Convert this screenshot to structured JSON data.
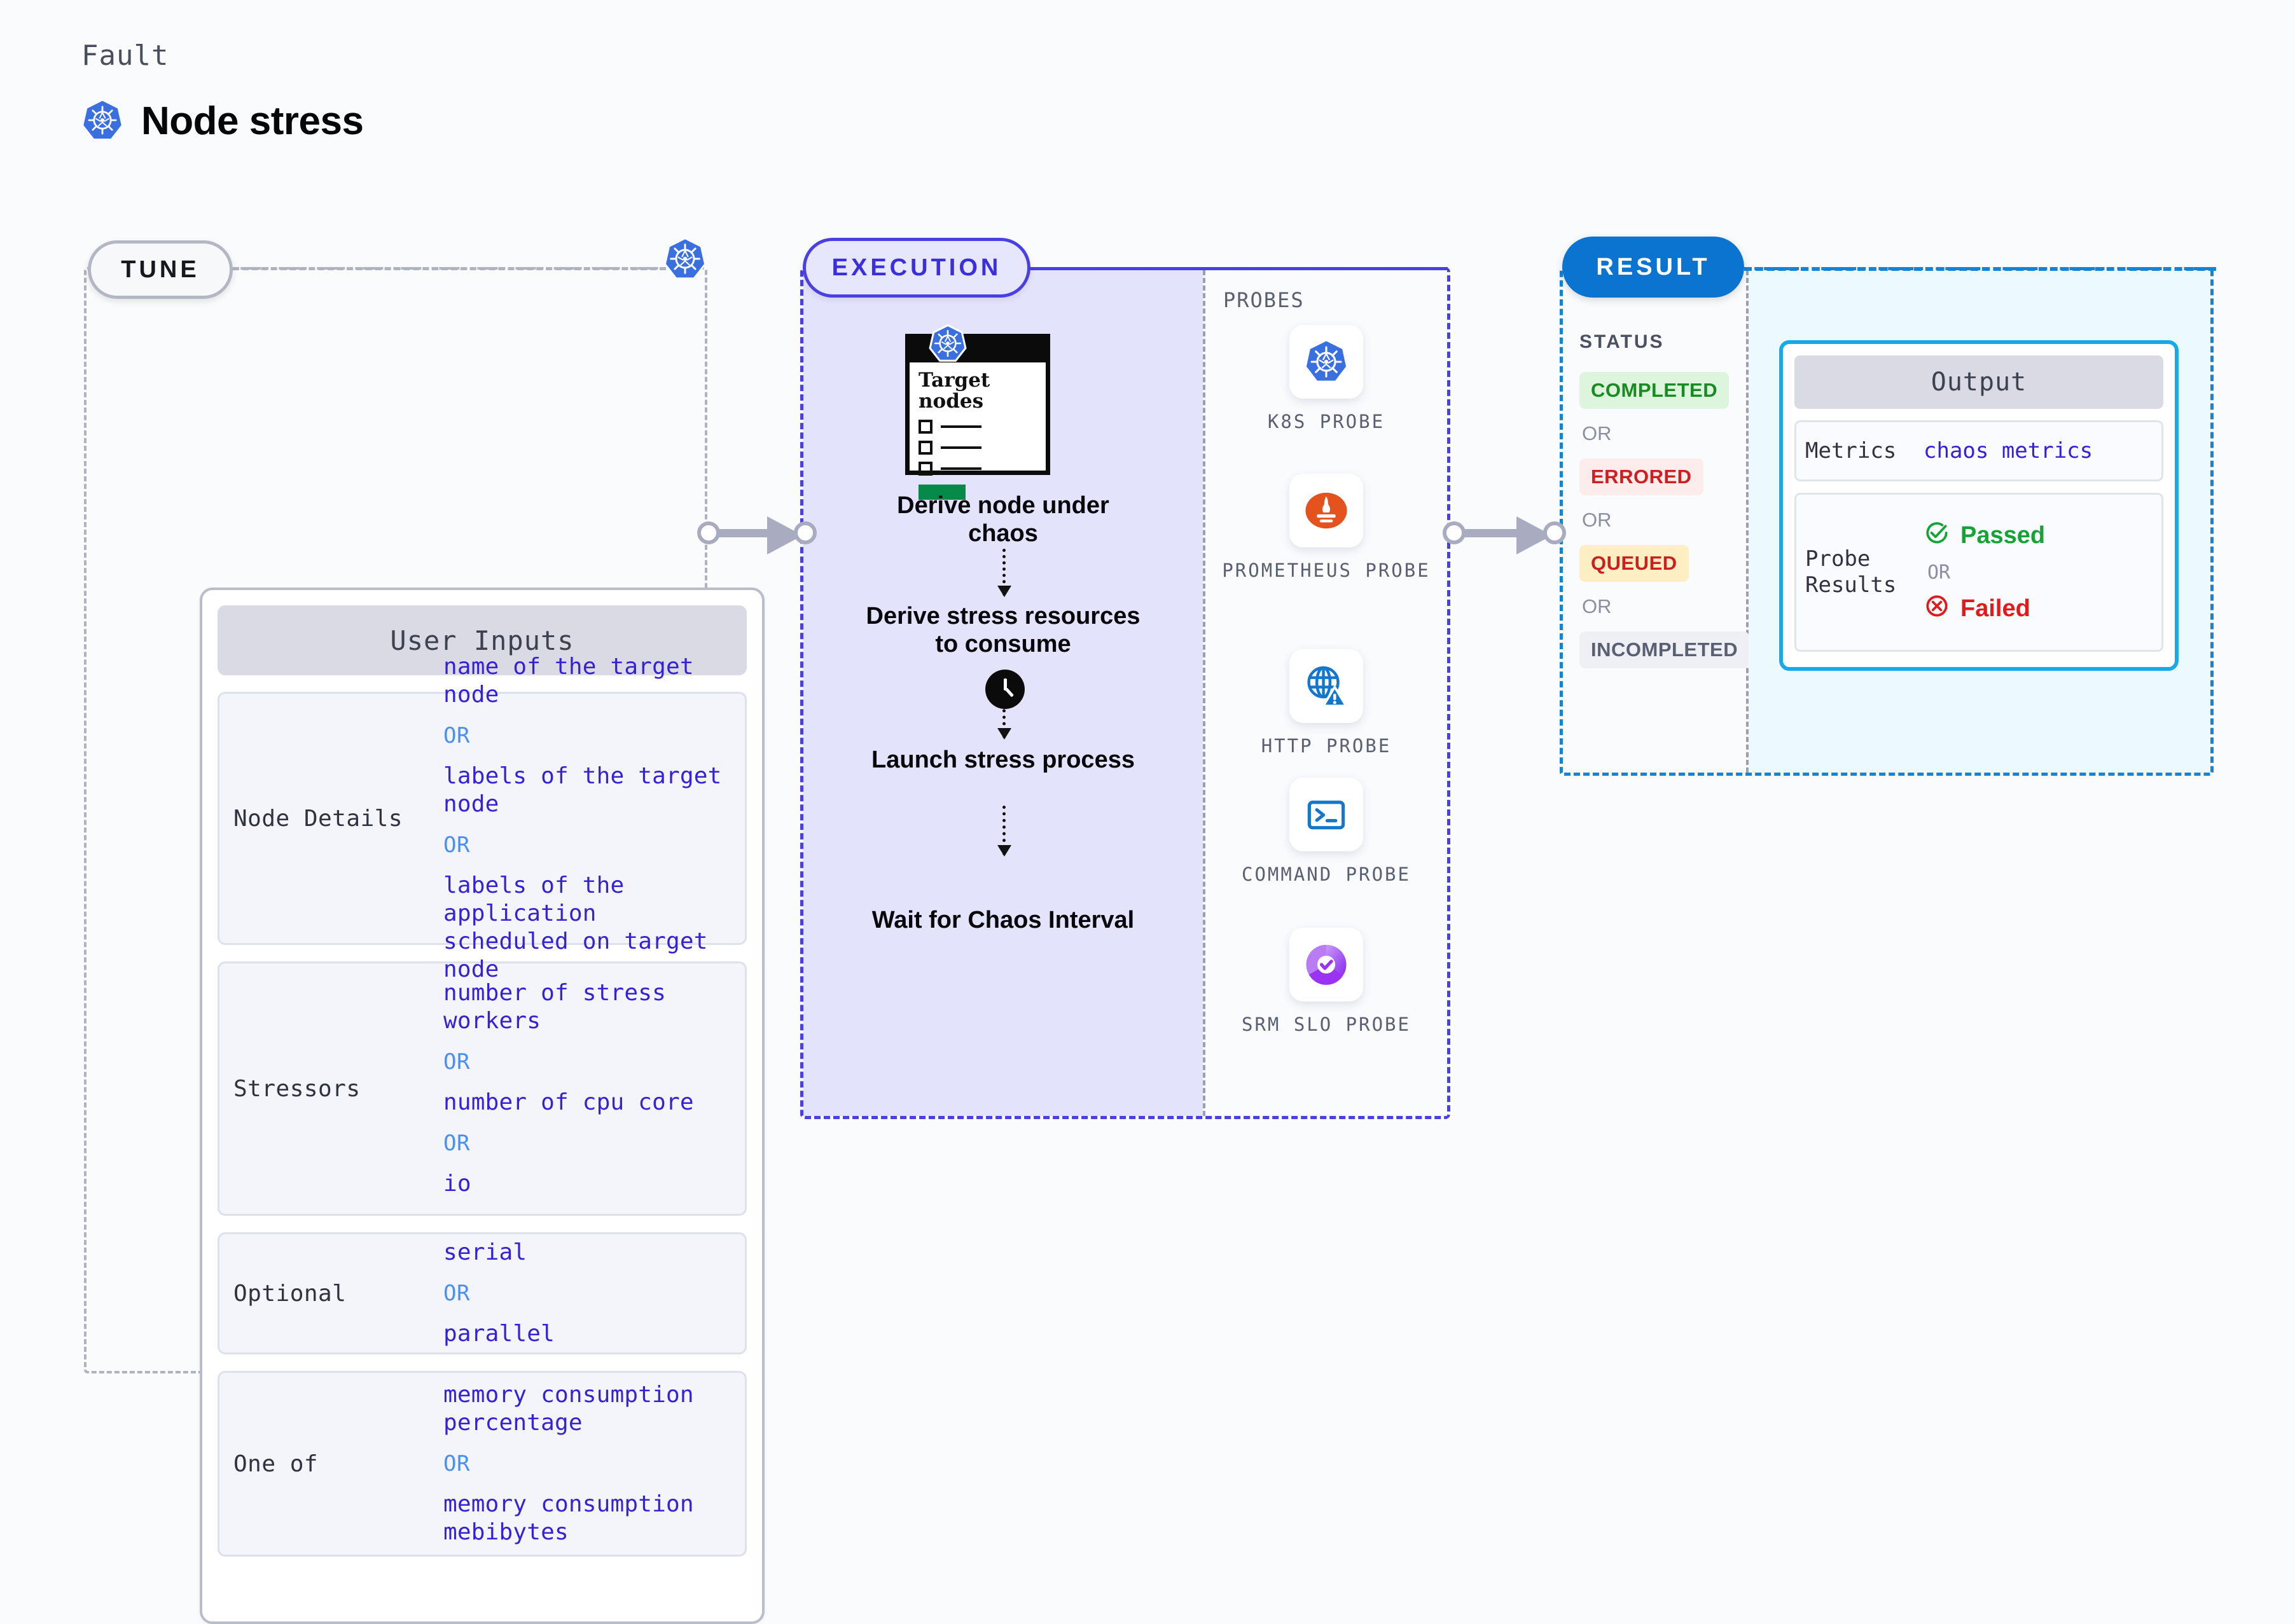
{
  "header": {
    "fault_label": "Fault",
    "title": "Node stress",
    "icon": "kubernetes-icon"
  },
  "tune": {
    "pill_label": "TUNE",
    "badge_icon": "kubernetes-icon",
    "card_title": "User Inputs",
    "groups": [
      {
        "label": "Node Details",
        "items": [
          "name of the target node",
          "labels of the target node",
          "labels of the application\n scheduled on target node"
        ],
        "separator": "OR"
      },
      {
        "label": "Stressors",
        "items": [
          "number of stress workers",
          "number of cpu core",
          "io"
        ],
        "separator": "OR"
      },
      {
        "label": "Optional",
        "items": [
          "serial",
          "parallel"
        ],
        "separator": "OR"
      },
      {
        "label": "One of",
        "items": [
          "memory consumption percentage",
          "memory consumption mebibytes"
        ],
        "separator": "OR"
      }
    ]
  },
  "execution": {
    "pill_label": "EXECUTION",
    "card": {
      "heading": "Target nodes",
      "badge_icon": "kubernetes-icon",
      "checkbox_rows": 3
    },
    "steps": [
      "Derive node under chaos",
      "Derive stress resources to consume",
      "Launch stress process",
      "Wait for Chaos Interval"
    ],
    "wait_icon": "clock-icon",
    "probes_title": "PROBES",
    "probes": [
      {
        "name": "K8S PROBE",
        "icon": "kubernetes-icon"
      },
      {
        "name": "PROMETHEUS PROBE",
        "icon": "prometheus-icon"
      },
      {
        "name": "HTTP PROBE",
        "icon": "globe-warning-icon"
      },
      {
        "name": "COMMAND PROBE",
        "icon": "terminal-icon"
      },
      {
        "name": "SRM SLO PROBE",
        "icon": "srm-slo-icon"
      }
    ]
  },
  "result": {
    "pill_label": "RESULT",
    "status_title": "STATUS",
    "statuses": [
      {
        "label": "COMPLETED",
        "color": "#1a8b22",
        "bg": "#ddf5dd"
      },
      {
        "label": "ERRORED",
        "color": "#cc1f1f",
        "bg": "#fdecec"
      },
      {
        "label": "QUEUED",
        "color": "#cc1f1f",
        "bg": "#fdeec4"
      },
      {
        "label": "INCOMPLETED",
        "color": "#5a6072",
        "bg": "#eef0f5"
      }
    ],
    "separator": "OR",
    "output": {
      "title": "Output",
      "metrics_label": "Metrics",
      "metrics_value": "chaos metrics",
      "probe_results_label": "Probe Results",
      "passed": "Passed",
      "failed": "Failed",
      "separator": "OR",
      "passed_color": "#16a336",
      "failed_color": "#e01b1b",
      "passed_icon": "check-circle-icon",
      "failed_icon": "x-circle-icon"
    }
  },
  "colors": {
    "k8s_blue": "#3a6fe0",
    "execution_indigo": "#4a3fe0",
    "result_blue": "#0a74d0",
    "output_cyan": "#19a8e8",
    "value_purple": "#3622d6",
    "or_blue": "#4a90f0"
  }
}
